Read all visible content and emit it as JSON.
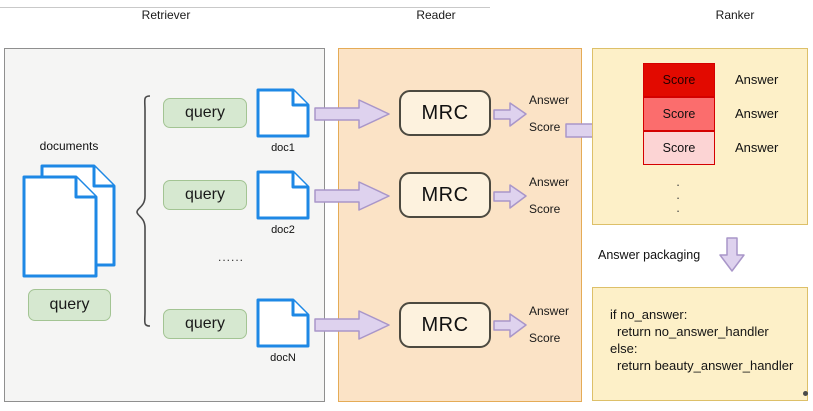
{
  "header": {
    "retriever_label": "Retriever",
    "reader_label": "Reader",
    "ranker_label": "Ranker"
  },
  "retriever": {
    "documents_label": "documents",
    "main_query_label": "query",
    "ellipsis": "......",
    "rows": [
      {
        "query_label": "query",
        "doc_label": "doc1"
      },
      {
        "query_label": "query",
        "doc_label": "doc2"
      },
      {
        "query_label": "query",
        "doc_label": "docN"
      }
    ]
  },
  "reader": {
    "mrc_label": "MRC",
    "answer_label": "Answer",
    "score_label": "Score"
  },
  "ranker": {
    "rows": [
      {
        "score_label": "Score",
        "answer_label": "Answer",
        "color": "#e20a00"
      },
      {
        "score_label": "Score",
        "answer_label": "Answer",
        "color": "#fb6d6d"
      },
      {
        "score_label": "Score",
        "answer_label": "Answer",
        "color": "#fcd4d4"
      }
    ],
    "dot_char": ".",
    "answer_packaging_label": "Answer packaging",
    "code_lines": [
      "if no_answer:",
      "return no_answer_handler",
      "else:",
      "return beauty_answer_handler"
    ]
  },
  "colors": {
    "retriever_panel_bg": "#f5f5f4",
    "reader_panel_bg": "#fbe3c6",
    "reader_panel_border": "#e5ab56",
    "ranker_panel_bg": "#fdf0c8",
    "ranker_panel_border": "#ddc069",
    "query_chip_bg": "#d6e8d0",
    "query_chip_border": "#a3c493",
    "doc_icon_stroke": "#1e88e5",
    "arrow_fill": "#ded2ee",
    "arrow_stroke": "#a996c9",
    "score_high": "#e20a00",
    "score_mid": "#fb6d6d",
    "score_low": "#fcd4d4",
    "score_border": "#d40000"
  }
}
